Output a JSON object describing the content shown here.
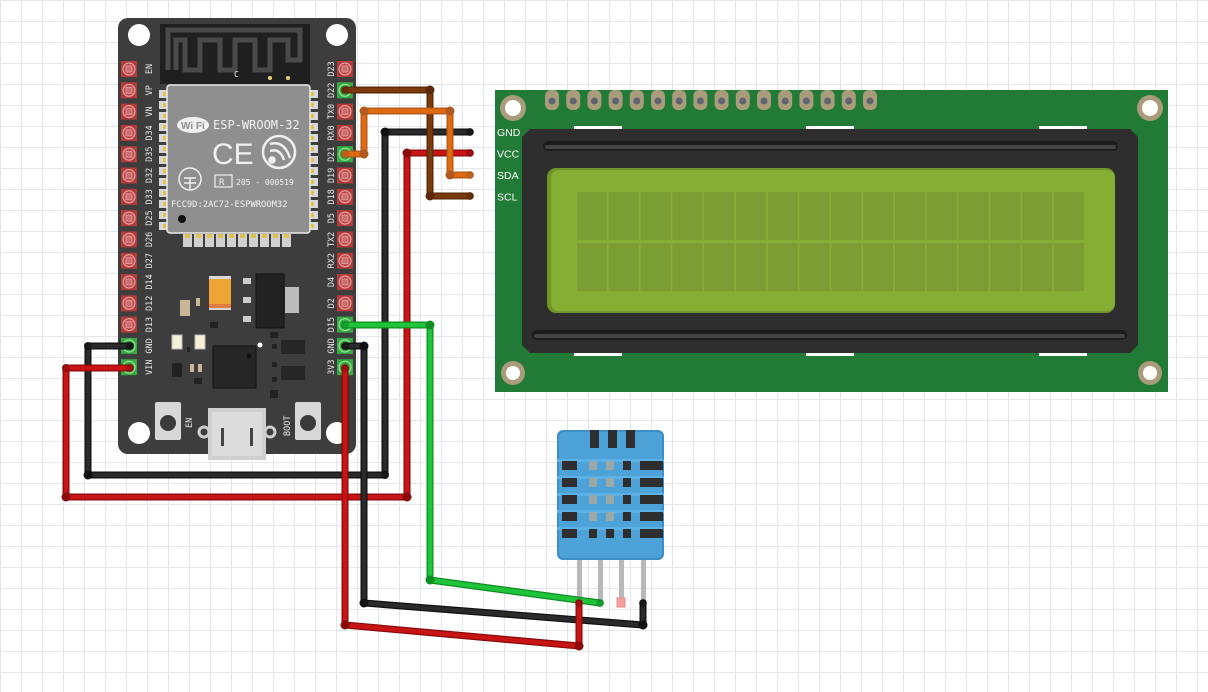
{
  "esp32": {
    "module_name": "ESP-WROOM-32",
    "wifi_badge": "Wi Fi",
    "ce_mark": "CE",
    "cert_r": "R",
    "cert_code": "205 - 000519",
    "fcc_id": "FCC9D:2AC72-ESPWROOM32",
    "antenna_label": "C",
    "en_button_label": "EN",
    "boot_button_label": "BOOT",
    "left_pins": [
      "EN",
      "VP",
      "VN",
      "D34",
      "D35",
      "D32",
      "D33",
      "D25",
      "D26",
      "D27",
      "D14",
      "D12",
      "D13",
      "GND",
      "VIN"
    ],
    "right_pins": [
      "D23",
      "D22",
      "TX0",
      "RX0",
      "D21",
      "D19",
      "D18",
      "D5",
      "TX2",
      "RX2",
      "D4",
      "D2",
      "D15",
      "GND",
      "3V3"
    ],
    "connected_left": [
      "GND",
      "VIN"
    ],
    "connected_right": [
      "D22",
      "D21",
      "D15",
      "GND",
      "3V3"
    ]
  },
  "lcd": {
    "pins": [
      "GND",
      "VCC",
      "SDA",
      "SCL"
    ],
    "columns": 16,
    "rows": 2,
    "header_pins": 16
  },
  "dht": {
    "pins": 4
  },
  "wires": [
    {
      "from": "ESP32 D22",
      "to": "LCD SCL",
      "color": "#7a3a0e"
    },
    {
      "from": "ESP32 D21",
      "to": "LCD SDA",
      "color": "#e06a10"
    },
    {
      "from": "ESP32 GND (right)",
      "to": "LCD GND",
      "color": "#2a2a2a"
    },
    {
      "from": "ESP32 VIN",
      "to": "LCD VCC",
      "color": "#c81414"
    },
    {
      "from": "ESP32 GND (left)",
      "to": "LCD GND",
      "color": "#2a2a2a"
    },
    {
      "from": "ESP32 D15",
      "to": "DHT data",
      "color": "#1fc43a"
    },
    {
      "from": "ESP32 GND (right)",
      "to": "DHT GND",
      "color": "#2a2a2a"
    },
    {
      "from": "ESP32 3V3",
      "to": "DHT VCC",
      "color": "#c81414"
    }
  ],
  "colors": {
    "board": "#3a3a3a",
    "pcb_green": "#217a35",
    "lcd_screen": "#86ad34",
    "dht_blue": "#4a9fd4",
    "pin_red": "#b53a3a",
    "pin_green": "#3aa845"
  }
}
